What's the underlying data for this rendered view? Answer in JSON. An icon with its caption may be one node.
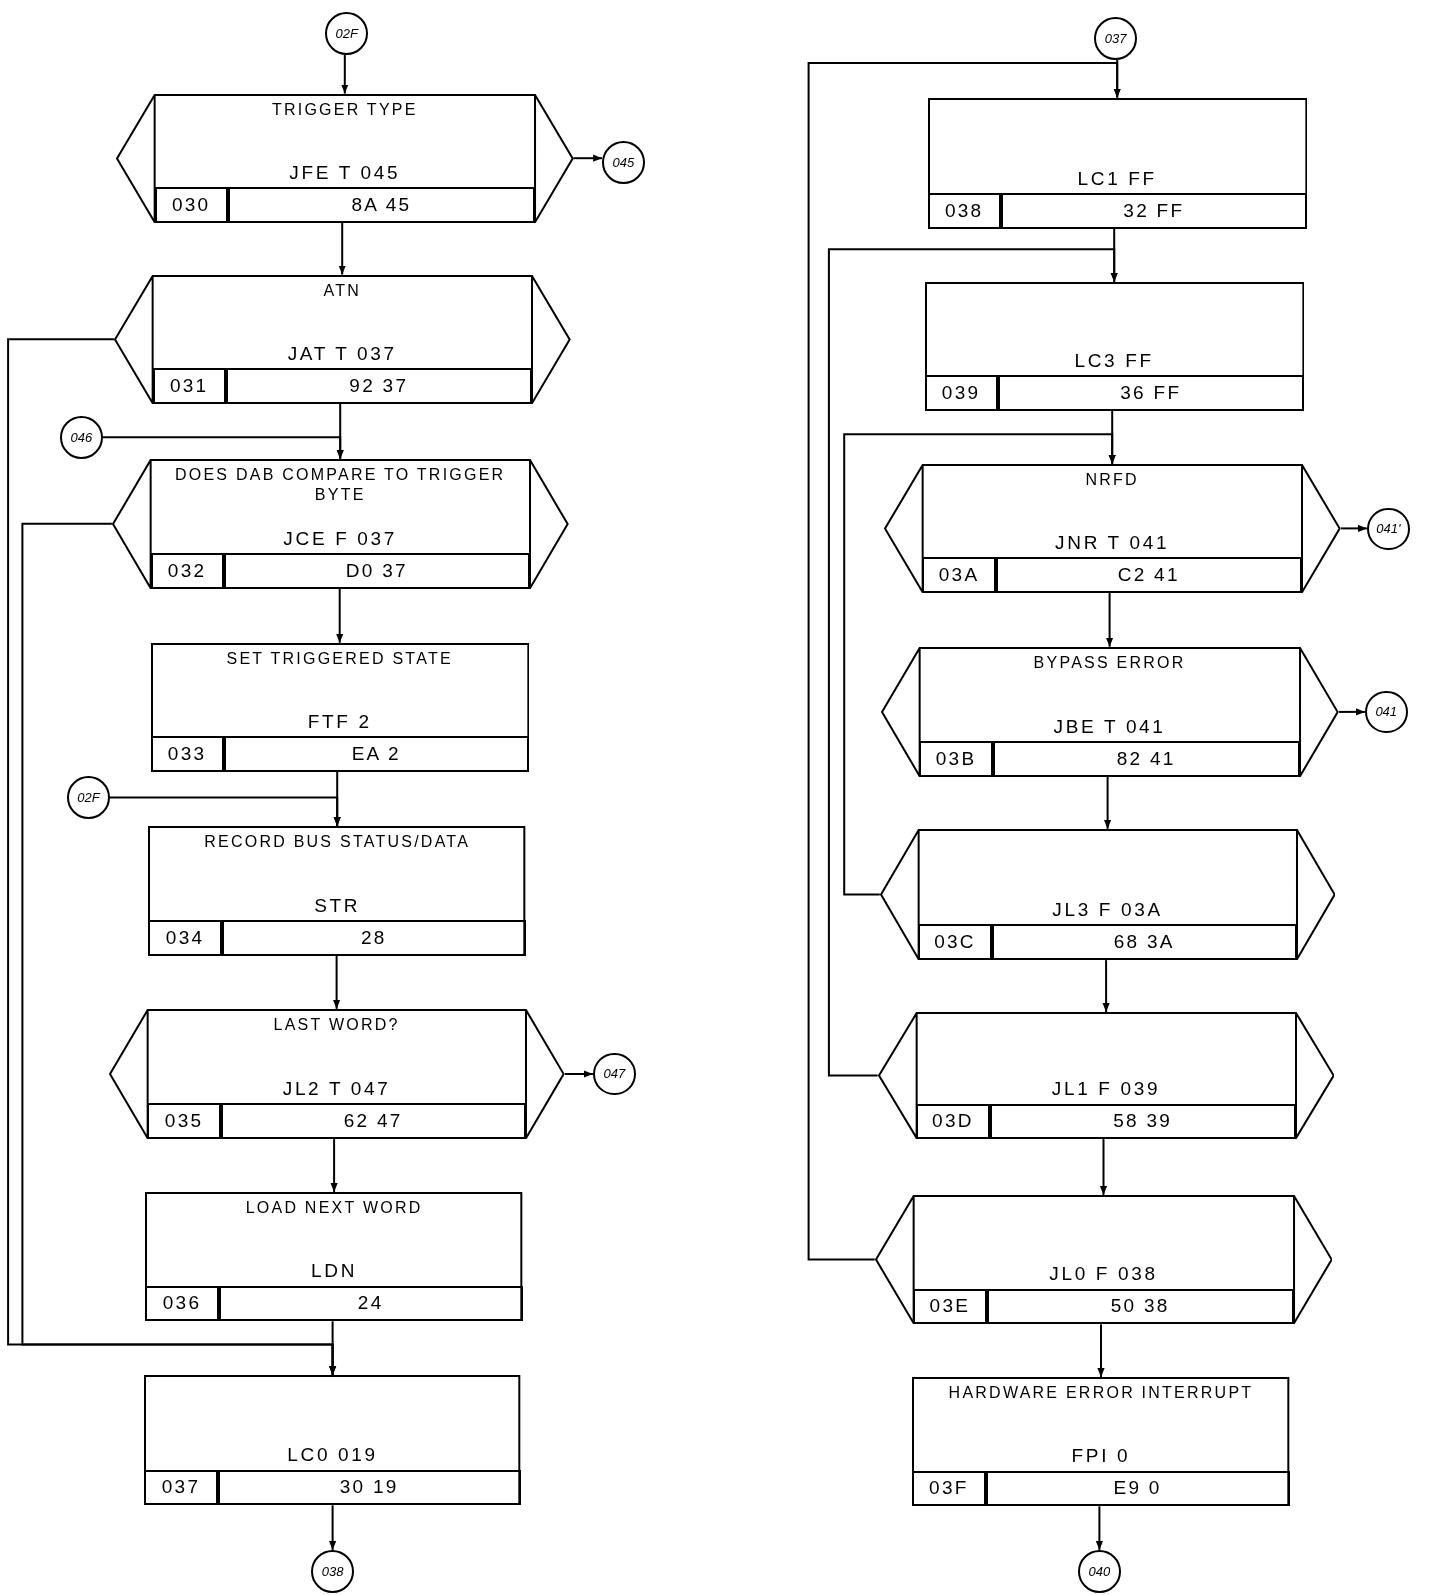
{
  "diagram": {
    "nodes": [
      {
        "text": [
          "02F"
        ]
      },
      {
        "text": [
          "TRIGGER TYPE",
          "JFE T 045"
        ]
      },
      {
        "text": [
          "030"
        ],
        "in": 1
      },
      {
        "text": [
          "8A 45"
        ],
        "in": 1
      },
      {
        "text": [
          "045"
        ]
      },
      {
        "text": [
          "ATN",
          "JAT T 037"
        ]
      },
      {
        "text": [
          "031"
        ],
        "in": 5
      },
      {
        "text": [
          "92 37"
        ],
        "in": 5
      },
      {
        "text": [
          "046"
        ]
      },
      {
        "text": [
          "DOES DAB COMPARE TO TRIGGER BYTE",
          "JCE F 037"
        ]
      },
      {
        "text": [
          "032"
        ],
        "in": 9
      },
      {
        "text": [
          "D0 37"
        ],
        "in": 9
      },
      {
        "text": [
          "SET TRIGGERED STATE",
          "FTF 2"
        ]
      },
      {
        "text": [
          "033"
        ],
        "in": 12
      },
      {
        "text": [
          "EA 2"
        ],
        "in": 12
      },
      {
        "text": [
          "02F"
        ]
      },
      {
        "text": [
          "RECORD BUS STATUS/DATA",
          "STR"
        ]
      },
      {
        "text": [
          "034"
        ],
        "in": 16
      },
      {
        "text": [
          "28"
        ],
        "in": 16
      },
      {
        "text": [
          "LAST WORD?",
          "JL2 T 047"
        ]
      },
      {
        "text": [
          "035"
        ],
        "in": 19
      },
      {
        "text": [
          "62 47"
        ],
        "in": 19
      },
      {
        "text": [
          "047"
        ]
      },
      {
        "text": [
          "LOAD NEXT WORD",
          "LDN"
        ]
      },
      {
        "text": [
          "036"
        ],
        "in": 23
      },
      {
        "text": [
          "24"
        ],
        "in": 23
      },
      {
        "text": [
          "LC0 019"
        ]
      },
      {
        "text": [
          "037"
        ],
        "in": 26
      },
      {
        "text": [
          "30 19"
        ],
        "in": 26
      },
      {
        "text": [
          "038"
        ]
      },
      {
        "text": [
          "037"
        ]
      },
      {
        "text": [
          "LC1 FF"
        ]
      },
      {
        "text": [
          "038"
        ],
        "in": 31
      },
      {
        "text": [
          "32 FF"
        ],
        "in": 31
      },
      {
        "text": [
          "LC3 FF"
        ]
      },
      {
        "text": [
          "039"
        ],
        "in": 34
      },
      {
        "text": [
          "36 FF"
        ],
        "in": 34
      },
      {
        "text": [
          "NRFD",
          "JNR T 041"
        ]
      },
      {
        "text": [
          "03A"
        ],
        "in": 37
      },
      {
        "text": [
          "C2 41"
        ],
        "in": 37
      },
      {
        "text": [
          "041'"
        ]
      },
      {
        "text": [
          "BYPASS ERROR",
          "JBE T 041"
        ]
      },
      {
        "text": [
          "03B"
        ],
        "in": 41
      },
      {
        "text": [
          "82 41"
        ],
        "in": 41
      },
      {
        "text": [
          "041"
        ]
      },
      {
        "text": [
          "JL3 F 03A"
        ]
      },
      {
        "text": [
          "03C"
        ],
        "in": 45
      },
      {
        "text": [
          "68 3A"
        ],
        "in": 45
      },
      {
        "text": [
          "JL1 F 039"
        ]
      },
      {
        "text": [
          "03D"
        ],
        "in": 48
      },
      {
        "text": [
          "58 39"
        ],
        "in": 48
      },
      {
        "text": [
          "JL0 F 038"
        ]
      },
      {
        "text": [
          "03E"
        ],
        "in": 51
      },
      {
        "text": [
          "50 38"
        ],
        "in": 51
      },
      {
        "text": [
          "HARDWARE ERROR INTERRUPT",
          "FPI 0"
        ]
      },
      {
        "text": [
          "03F"
        ],
        "in": 54
      },
      {
        "text": [
          "E9 0"
        ],
        "in": 54
      },
      {
        "text": [
          "040"
        ]
      }
    ],
    "edges": [
      {
        "from": 0,
        "to": 1,
        "arrow": "to"
      },
      {
        "from": 1,
        "to": 4,
        "arrow": "to"
      },
      {
        "from": 1,
        "to": 5,
        "arrow": "to"
      },
      {
        "from": 5,
        "to": 9,
        "arrow": "to"
      },
      {
        "from": 8,
        "to": 9,
        "arrow": "to"
      },
      {
        "from": 5,
        "to": 26,
        "arrow": "to"
      },
      {
        "from": 9,
        "to": 26,
        "arrow": "to"
      },
      {
        "from": 9,
        "to": 12,
        "arrow": "to"
      },
      {
        "from": 12,
        "to": 16,
        "arrow": "to"
      },
      {
        "from": 15,
        "to": 16,
        "arrow": "to"
      },
      {
        "from": 16,
        "to": 19,
        "arrow": "to"
      },
      {
        "from": 19,
        "to": 22,
        "arrow": "to"
      },
      {
        "from": 19,
        "to": 23,
        "arrow": "to"
      },
      {
        "from": 23,
        "to": 26,
        "arrow": "to"
      },
      {
        "from": 26,
        "to": 29,
        "arrow": "to"
      },
      {
        "from": 30,
        "to": 31,
        "arrow": "to"
      },
      {
        "from": 31,
        "to": 34,
        "arrow": "to"
      },
      {
        "from": 34,
        "to": 37,
        "arrow": "to"
      },
      {
        "from": 37,
        "to": 40,
        "arrow": "to"
      },
      {
        "from": 37,
        "to": 41,
        "arrow": "to"
      },
      {
        "from": 41,
        "to": 44,
        "arrow": "to"
      },
      {
        "from": 41,
        "to": 45,
        "arrow": "to"
      },
      {
        "from": 45,
        "to": 48,
        "arrow": "to"
      },
      {
        "from": 48,
        "to": 51,
        "arrow": "to"
      },
      {
        "from": 51,
        "to": 54,
        "arrow": "to"
      },
      {
        "from": 54,
        "to": 57,
        "arrow": "to"
      },
      {
        "from": 45,
        "to": 37,
        "arrow": "to"
      },
      {
        "from": 48,
        "to": 34,
        "arrow": "to"
      },
      {
        "from": 51,
        "to": 31,
        "arrow": "to"
      }
    ]
  }
}
